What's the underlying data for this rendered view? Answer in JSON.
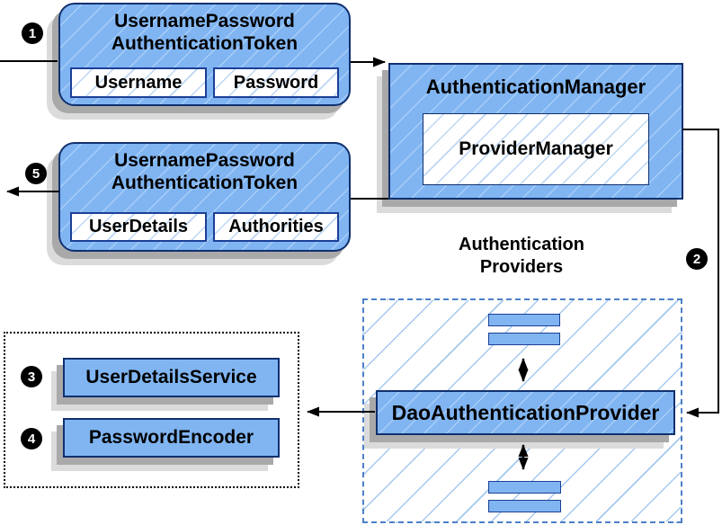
{
  "request_token": {
    "title_line1": "UsernamePassword",
    "title_line2": "AuthenticationToken",
    "fields": [
      "Username",
      "Password"
    ]
  },
  "auth_manager": {
    "title": "AuthenticationManager",
    "inner": "ProviderManager"
  },
  "response_token": {
    "title_line1": "UsernamePassword",
    "title_line2": "AuthenticationToken",
    "fields": [
      "UserDetails",
      "Authorities"
    ]
  },
  "providers_group": {
    "label_line1": "Authentication",
    "label_line2": "Providers",
    "dao_provider": "DaoAuthenticationProvider"
  },
  "services": {
    "user_details_service": "UserDetailsService",
    "password_encoder": "PasswordEncoder"
  },
  "step_badges": {
    "one": "1",
    "two": "2",
    "three": "3",
    "four": "4",
    "five": "5"
  },
  "colors": {
    "box_fill": "#80B5F2",
    "box_border": "#10306E",
    "hatch_on_blue": "#A8CDF8",
    "hatch_on_white": "#BCD6F4",
    "dashed_border": "#4C80C6",
    "shadow_dark": "#A9A9A9",
    "shadow_light": "#DBDBDB",
    "arrow": "#000000"
  }
}
